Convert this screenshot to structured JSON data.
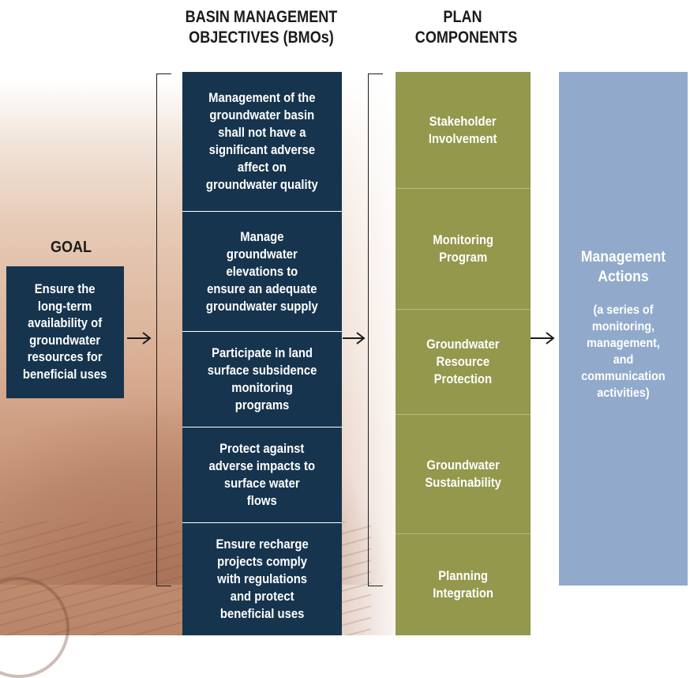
{
  "headers": {
    "bmo": "BASIN MANAGEMENT\nOBJECTIVES (BMOs)",
    "plan": "PLAN\nCOMPONENTS"
  },
  "goal": {
    "label": "GOAL",
    "text": "Ensure the\nlong-term\navailability of\ngroundwater\nresources for\nbeneficial uses"
  },
  "bmos": [
    "Management of the\ngroundwater basin\nshall not have a\nsignificant adverse\naffect on\ngroundwater quality",
    "Manage\ngroundwater\nelevations to\nensure an adequate\ngroundwater supply",
    "Participate in land\nsurface subsidence\nmonitoring\nprograms",
    "Protect against\nadverse impacts to\nsurface water\nflows",
    "Ensure recharge\nprojects comply\nwith regulations\nand protect\nbeneficial uses"
  ],
  "plan_components": [
    "Stakeholder\nInvolvement",
    "Monitoring\nProgram",
    "Groundwater\nResource\nProtection",
    "Groundwater\nSustainability",
    "Planning\nIntegration"
  ],
  "management": {
    "title": "Management\nActions",
    "subtitle": "(a series of\nmonitoring,\nmanagement,\nand\ncommunication\nactivities)"
  },
  "colors": {
    "navy": "#16344d",
    "olive": "#93984c",
    "blue": "#91aacb"
  }
}
